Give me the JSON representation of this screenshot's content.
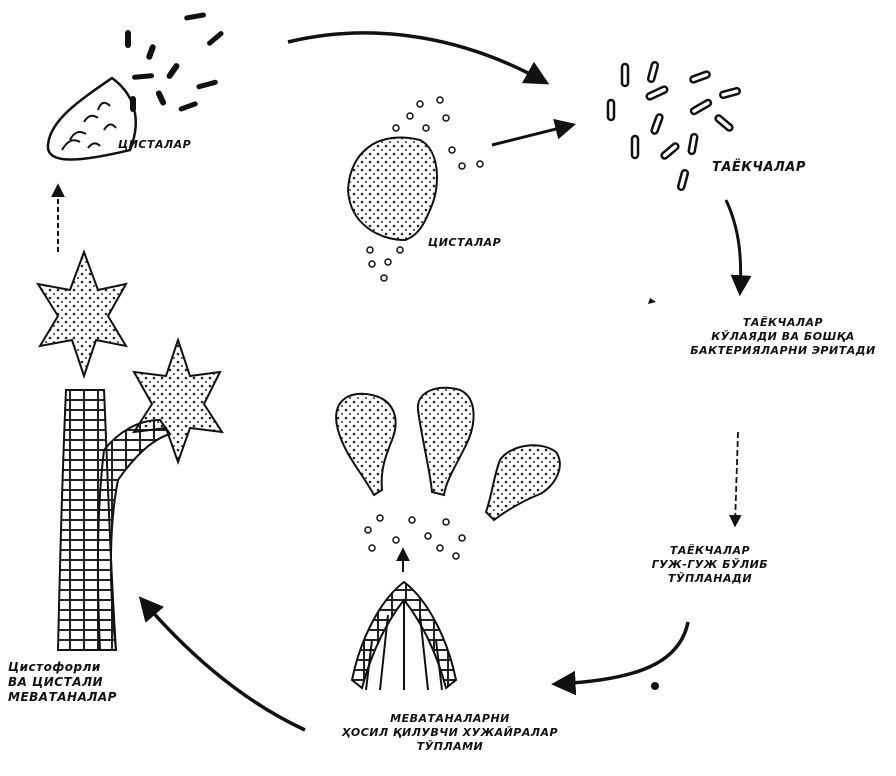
{
  "labels": {
    "cysts_top": "ЦИСТАЛАР",
    "cysts_mid": "ЦИСТАЛАР",
    "rods": "ТАЁКЧАЛАР",
    "eat": [
      "ТАЁКЧАЛАР",
      "КЎЛАЯДИ ВА БОШҚА",
      "БАКТЕРИЯЛАРНИ ЭРИТАДИ"
    ],
    "gather": [
      "ТАЁКЧАЛАР",
      "ГУЖ-ГУЖ БЎЛИБ",
      "ТЎПЛАНАДИ"
    ],
    "fruiting_cells": [
      "МЕВАТАНАЛАРНИ",
      "ҲОСИЛ ҚИЛУВЧИ ХУЖАЙРАЛАР",
      "ТЎПЛАМИ"
    ],
    "cystophore": [
      "Цистофорли",
      "ВА ЦИСТАЛИ",
      "МЕВАТАНАЛАР"
    ]
  },
  "colors": {
    "ink": "#111111",
    "paper": "#ffffff"
  }
}
